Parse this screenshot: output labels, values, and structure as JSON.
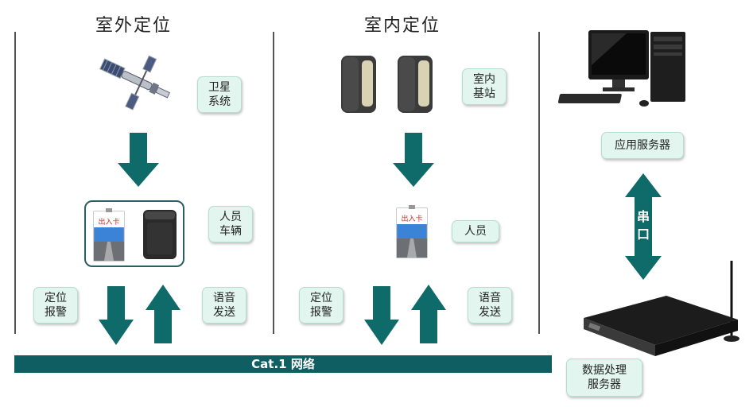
{
  "sections": {
    "outdoor_title": "室外定位",
    "indoor_title": "室内定位"
  },
  "outdoor": {
    "satellite_label": "卫星\n系统",
    "person_vehicle_label": "人员\n车辆",
    "alarm_label": "定位\n报警",
    "voice_label": "语音\n发送"
  },
  "indoor": {
    "base_station_label": "室内\n基站",
    "person_label": "人员",
    "alarm_label": "定位\n报警",
    "voice_label": "语音\n发送"
  },
  "network": {
    "label": "Cat.1 网络"
  },
  "servers": {
    "app_server_label": "应用服务器",
    "serial_label": "串\n口",
    "data_server_label": "数据处理\n服务器"
  },
  "colors": {
    "arrow": "#0f6a6a",
    "network_bar": "#0f5f62",
    "label_bg": "#e2f5ee"
  },
  "icons": {
    "satellite": "satellite-icon",
    "base_station": "base-station-icon",
    "badge": "id-badge-icon",
    "tracker": "gps-tracker-icon",
    "computer": "desktop-computer-icon",
    "rack_server": "rack-server-icon"
  }
}
